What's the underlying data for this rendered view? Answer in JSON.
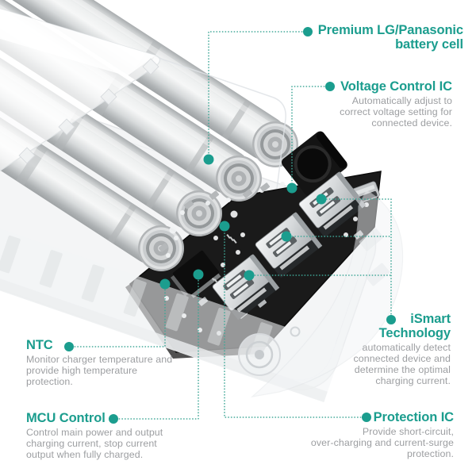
{
  "colors": {
    "accent": "#1b9d8e",
    "leader_line": "#3fa797",
    "description_text": "#9c9ea1"
  },
  "callouts": {
    "battery": {
      "title_line1": "Premium LG/Panasonic",
      "title_line2": "battery cell"
    },
    "voltage": {
      "title": "Voltage Control IC",
      "desc_line1": "Automatically adjust to",
      "desc_line2": "correct voltage setting for",
      "desc_line3": "connected device."
    },
    "ismart": {
      "title_line1": "iSmart",
      "title_line2": "Technology",
      "desc_line1": "automatically detect",
      "desc_line2": "connected device and",
      "desc_line3": "determine the optimal",
      "desc_line4": "charging current."
    },
    "ntc": {
      "title": "NTC",
      "desc_line1": "Monitor charger temperature and",
      "desc_line2": "provide high temperature",
      "desc_line3": "protection."
    },
    "mcu": {
      "title": "MCU Control",
      "desc_line1": "Control main power and output",
      "desc_line2": "charging current, stop current",
      "desc_line3": "output when fully charged."
    },
    "protection": {
      "title": "Protection IC",
      "desc_line1": "Provide short-circuit,",
      "desc_line2": "over-charging and current-surge",
      "desc_line3": "protection."
    }
  }
}
